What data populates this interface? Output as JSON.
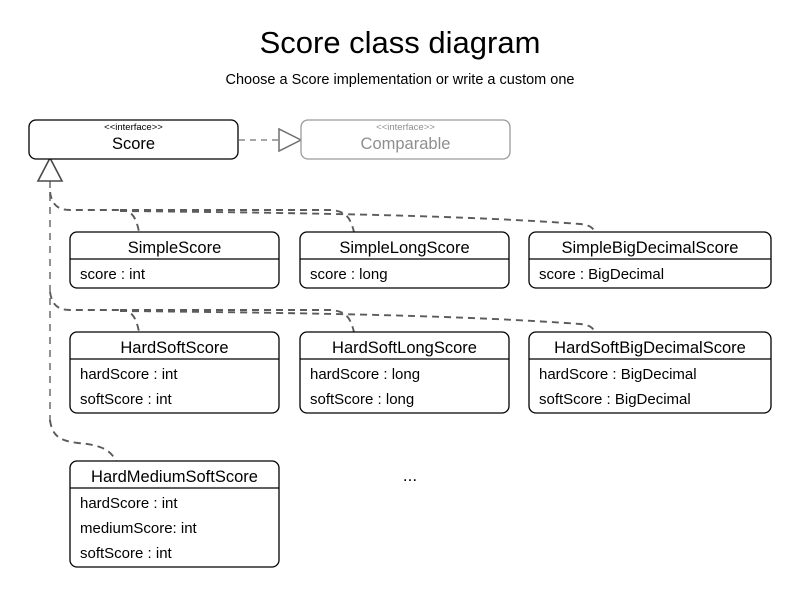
{
  "header": {
    "title": "Score class diagram",
    "subtitle": "Choose a Score implementation or write a custom one"
  },
  "interfaces": {
    "score": {
      "stereotype": "<<interface>>",
      "name": "Score"
    },
    "comparable": {
      "stereotype": "<<interface>>",
      "name": "Comparable"
    }
  },
  "classes": [
    {
      "name": "SimpleScore",
      "attributes": [
        "score : int"
      ]
    },
    {
      "name": "SimpleLongScore",
      "attributes": [
        "score : long"
      ]
    },
    {
      "name": "SimpleBigDecimalScore",
      "attributes": [
        "score : BigDecimal"
      ]
    },
    {
      "name": "HardSoftScore",
      "attributes": [
        "hardScore : int",
        "softScore : int"
      ]
    },
    {
      "name": "HardSoftLongScore",
      "attributes": [
        "hardScore : long",
        "softScore : long"
      ]
    },
    {
      "name": "HardSoftBigDecimalScore",
      "attributes": [
        "hardScore : BigDecimal",
        "softScore : BigDecimal"
      ]
    },
    {
      "name": "HardMediumSoftScore",
      "attributes": [
        "hardScore : int",
        "mediumScore: int",
        "softScore : int"
      ]
    }
  ],
  "more_indicator": "...",
  "colors": {
    "text": "#000000",
    "muted": "#8f8f8f",
    "border": "#000000",
    "muted_border": "#9a9a9a",
    "connector": "#5b5b5b",
    "background": "#ffffff"
  }
}
